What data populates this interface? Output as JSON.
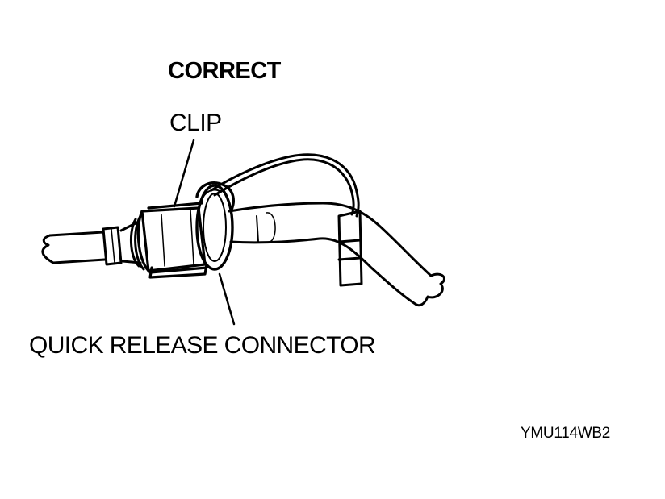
{
  "title": "CORRECT",
  "labels": {
    "clip": "CLIP",
    "quick_release_connector": "QUICK RELEASE CONNECTOR"
  },
  "figure_code": "YMU114WB2",
  "colors": {
    "ink": "#000000",
    "paper": "#ffffff"
  }
}
